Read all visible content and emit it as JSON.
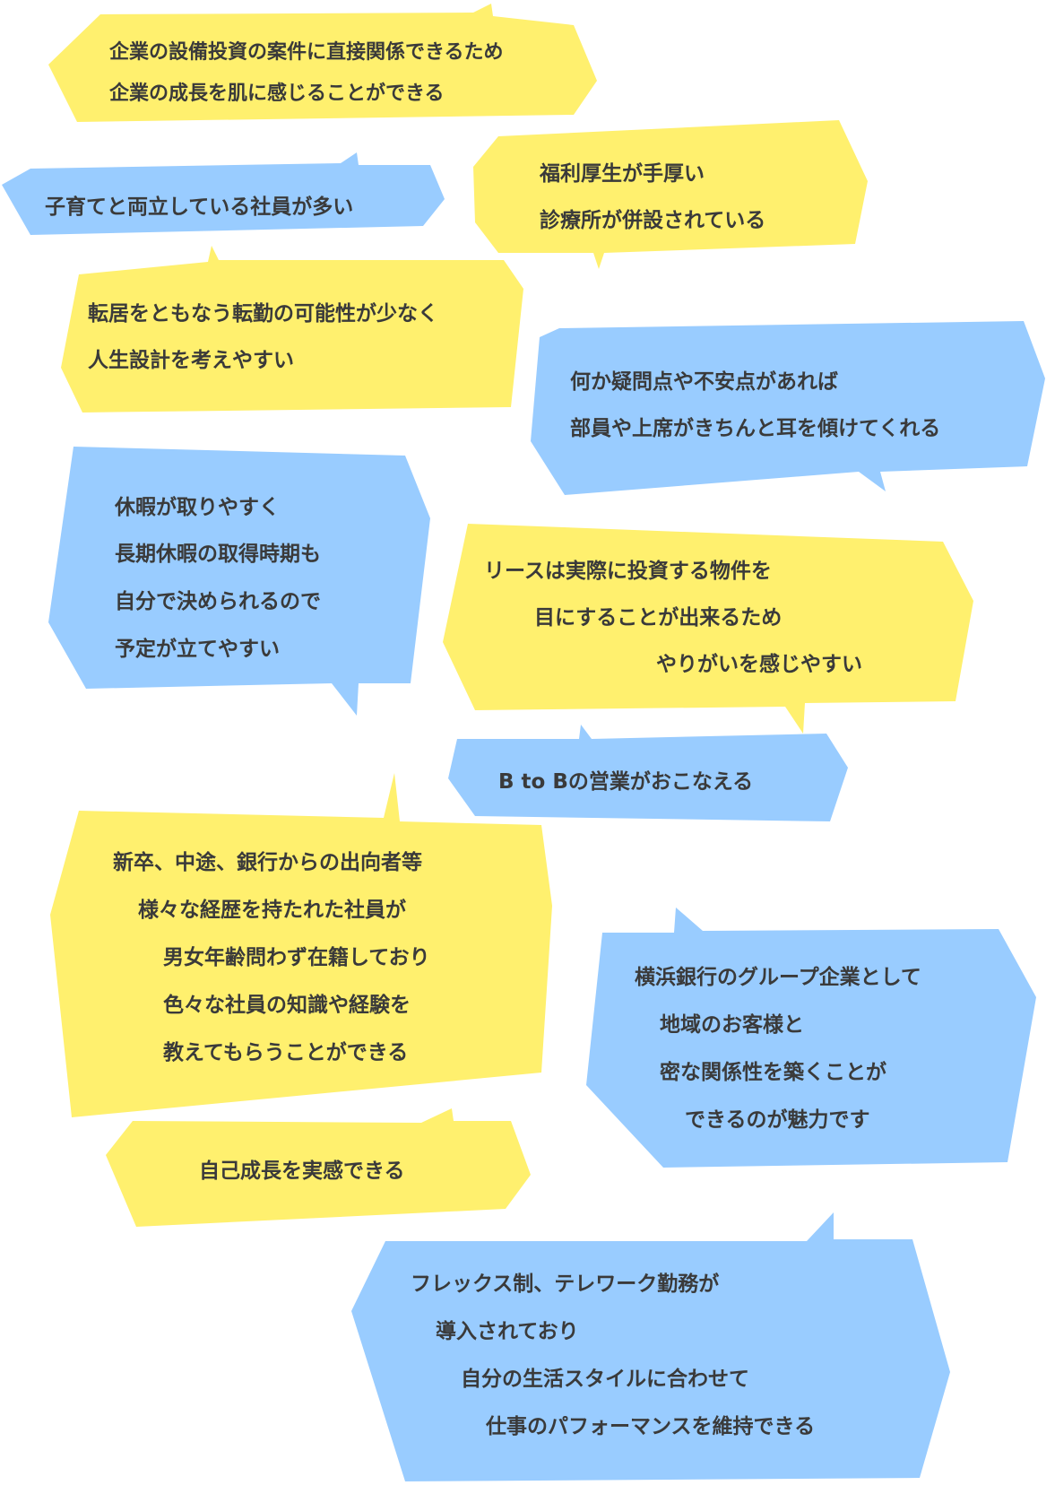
{
  "colors": {
    "yellow": "#fff06e",
    "blue": "#99ccff",
    "text": "#3a3a3a"
  },
  "bubbles": [
    {
      "color": "yellow",
      "lines": [
        "企業の設備投資の案件に直接関係できるため",
        "企業の成長を肌に感じることができる"
      ]
    },
    {
      "color": "blue",
      "lines": [
        "子育てと両立している社員が多い"
      ]
    },
    {
      "color": "yellow",
      "lines": [
        "福利厚生が手厚い",
        "診療所が併設されている"
      ]
    },
    {
      "color": "yellow",
      "lines": [
        "転居をともなう転勤の可能性が少なく",
        "人生設計を考えやすい"
      ]
    },
    {
      "color": "blue",
      "lines": [
        "何か疑問点や不安点があれば",
        "部員や上席がきちんと耳を傾けてくれる"
      ]
    },
    {
      "color": "blue",
      "lines": [
        "休暇が取りやすく",
        "長期休暇の取得時期も",
        "自分で決められるので",
        "予定が立てやすい"
      ]
    },
    {
      "color": "yellow",
      "lines": [
        "リースは実際に投資する物件を",
        "目にすることが出来るため",
        "やりがいを感じやすい"
      ]
    },
    {
      "color": "blue",
      "lines": [
        "B to Bの営業がおこなえる"
      ]
    },
    {
      "color": "yellow",
      "lines": [
        "新卒、中途、銀行からの出向者等",
        "様々な経歴を持たれた社員が",
        "男女年齢問わず在籍しており",
        "色々な社員の知識や経験を",
        "教えてもらうことができる"
      ]
    },
    {
      "color": "blue",
      "lines": [
        "横浜銀行のグループ企業として",
        "地域のお客様と",
        "密な関係性を築くことが",
        "できるのが魅力です"
      ]
    },
    {
      "color": "yellow",
      "lines": [
        "自己成長を実感できる"
      ]
    },
    {
      "color": "blue",
      "lines": [
        "フレックス制、テレワーク勤務が",
        "導入されており",
        "自分の生活スタイルに合わせて",
        "仕事のパフォーマンスを維持できる"
      ]
    }
  ]
}
